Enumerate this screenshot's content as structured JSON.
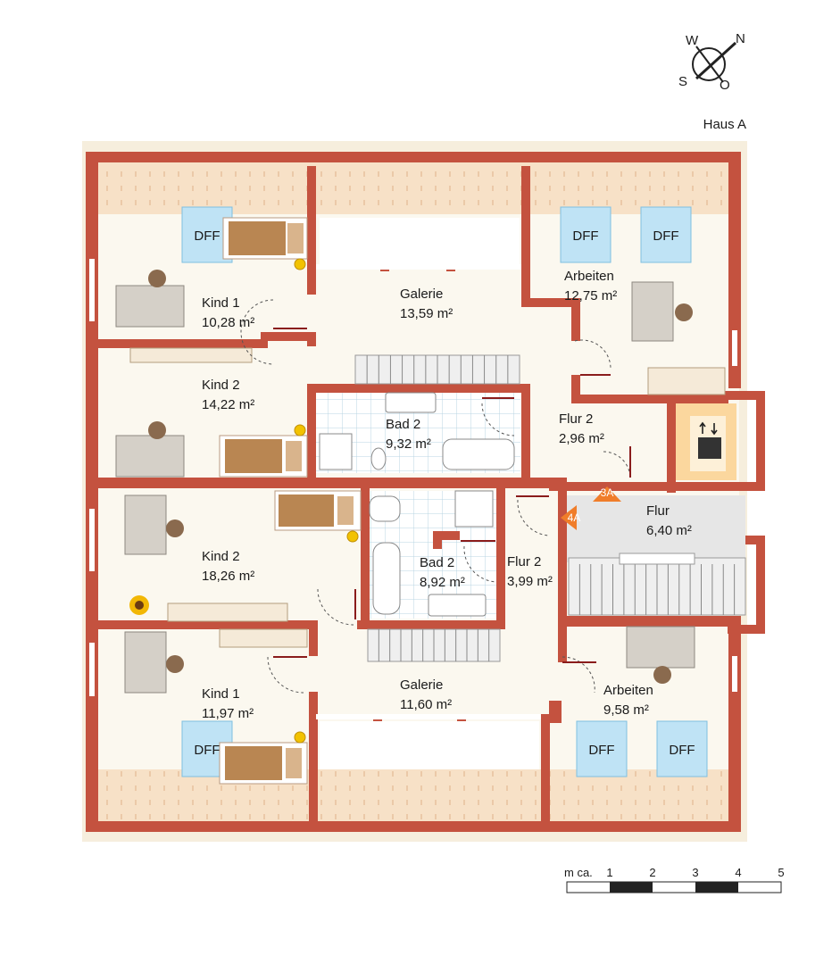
{
  "header": {
    "title": "Haus A"
  },
  "compass": {
    "n": "N",
    "s": "S",
    "w": "W",
    "o": "O"
  },
  "rooms": {
    "kind1_top": {
      "name": "Kind 1",
      "area": "10,28 m²"
    },
    "galerie_top": {
      "name": "Galerie",
      "area": "13,59 m²"
    },
    "arbeiten_top": {
      "name": "Arbeiten",
      "area": "12,75 m²"
    },
    "kind2_upper": {
      "name": "Kind 2",
      "area": "14,22 m²"
    },
    "bad2_upper": {
      "name": "Bad 2",
      "area": "9,32 m²"
    },
    "flur2_upper": {
      "name": "Flur 2",
      "area": "2,96 m²"
    },
    "flur": {
      "name": "Flur",
      "area": "6,40 m²"
    },
    "kind2_lower": {
      "name": "Kind 2",
      "area": "18,26 m²"
    },
    "bad2_lower": {
      "name": "Bad 2",
      "area": "8,92 m²"
    },
    "flur2_lower": {
      "name": "Flur 2",
      "area": "3,99 m²"
    },
    "kind1_bottom": {
      "name": "Kind 1",
      "area": "11,97 m²"
    },
    "galerie_bottom": {
      "name": "Galerie",
      "area": "11,60 m²"
    },
    "arbeiten_bottom": {
      "name": "Arbeiten",
      "area": "9,58 m²"
    }
  },
  "windows": {
    "dff": "DFF"
  },
  "markers": {
    "a3": "3A",
    "a4": "4A"
  },
  "scale": {
    "unit": "m ca.",
    "ticks": [
      "1",
      "2",
      "3",
      "4",
      "5"
    ]
  },
  "colors": {
    "wall": "#c4523f",
    "floor": "#faf6ec",
    "slope": "#f7e1c7",
    "dff": "#bfe3f5",
    "flur": "#e6e6e6"
  }
}
